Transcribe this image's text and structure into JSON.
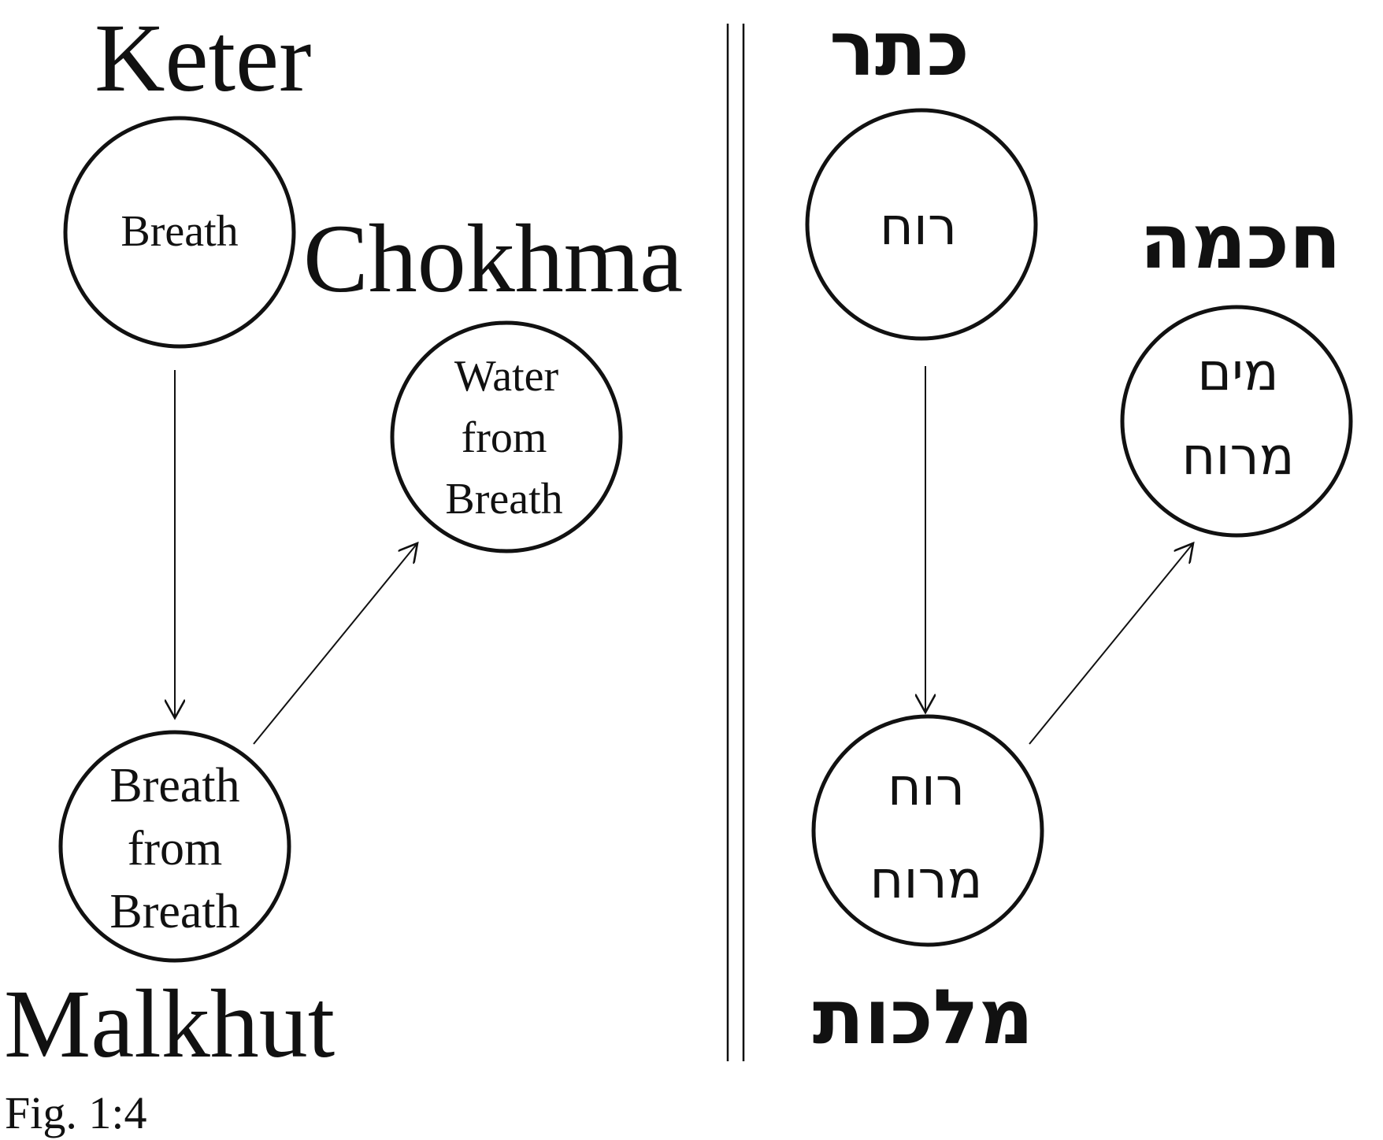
{
  "left": {
    "keter_label": "Keter",
    "chokhma_label": "Chokhma",
    "malkhut_label": "Malkhut",
    "keter_node": [
      "Breath"
    ],
    "chokhma_node": [
      "Water",
      "from",
      "Breath"
    ],
    "malkhut_node": [
      "Breath",
      "from",
      "Breath"
    ]
  },
  "right": {
    "keter_label": "כתר",
    "chokhma_label": "חכמה",
    "malkhut_label": "מלכות",
    "keter_node": [
      "רוח"
    ],
    "chokhma_node": [
      "מים",
      "מרוח"
    ],
    "malkhut_node": [
      "רוח",
      "מרוח"
    ]
  },
  "caption": "Fig. 1:4"
}
